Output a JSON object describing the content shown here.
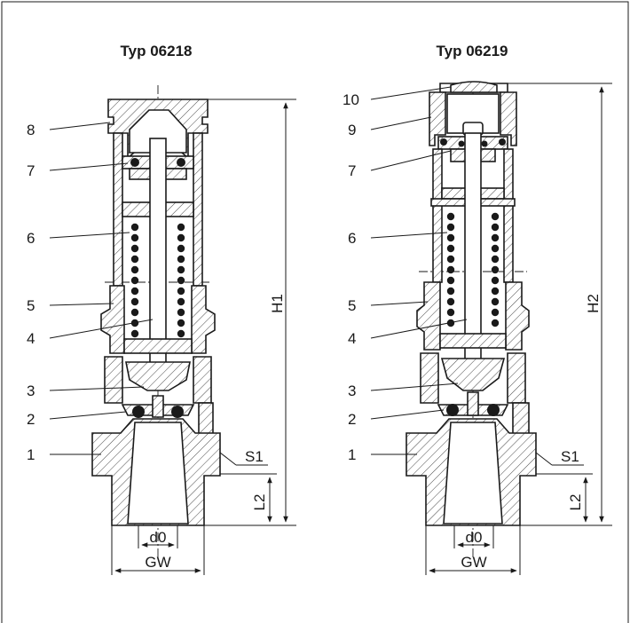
{
  "left_title": "Typ 06218",
  "right_title": "Typ 06219",
  "left_labels": [
    "8",
    "7",
    "6",
    "5",
    "4",
    "3",
    "2",
    "1"
  ],
  "right_labels": [
    "10",
    "9",
    "7",
    "6",
    "5",
    "4",
    "3",
    "2",
    "1"
  ],
  "dims": {
    "h1": "H1",
    "h2": "H2",
    "l2": "L2",
    "s1": "S1",
    "d0": "d0",
    "gw": "GW"
  }
}
